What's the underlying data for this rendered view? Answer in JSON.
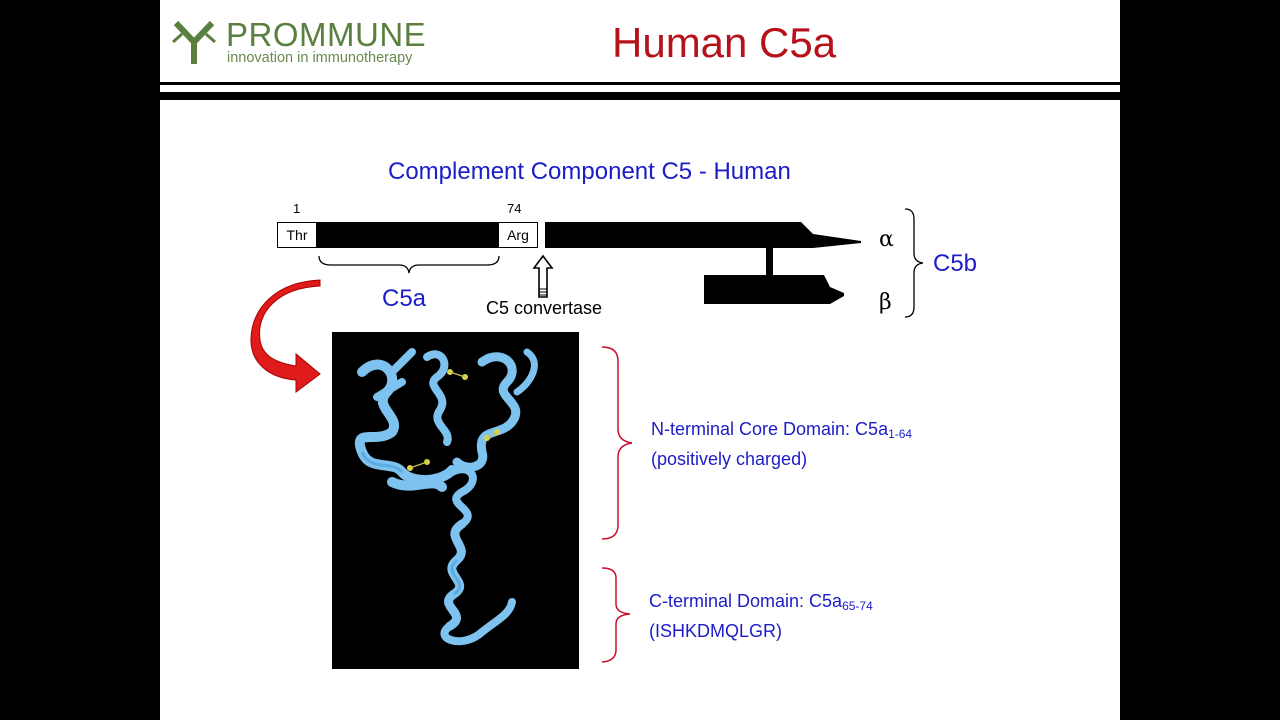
{
  "header": {
    "logo_wordmark": "PROMMUNE",
    "logo_tagline": "innovation in immunotherapy",
    "title": "Human C5a"
  },
  "diagram": {
    "title": "Complement Component C5 - Human",
    "position_start": "1",
    "position_end": "74",
    "residue_start": "Thr",
    "residue_end": "Arg",
    "c5a_label": "C5a",
    "cleavage_label": "C5 convertase",
    "alpha_label": "α",
    "beta_label": "β",
    "c5b_label": "C5b"
  },
  "domains": {
    "n_terminal_line1_prefix": "N-terminal Core Domain: C5a",
    "n_terminal_subscript": "1-64",
    "n_terminal_line2": "(positively charged)",
    "c_terminal_line1_prefix": "C-terminal Domain: C5a",
    "c_terminal_subscript": "65-74",
    "c_terminal_line2": "(ISHKDMQLGR)"
  },
  "colors": {
    "title_red": "#b5121b",
    "label_blue": "#1c1cc8",
    "logo_green": "#5b7f3f",
    "arrow_red": "#e01b1b",
    "bracket_red": "#c8102e",
    "ribbon_blue": "#7ec3f0"
  }
}
